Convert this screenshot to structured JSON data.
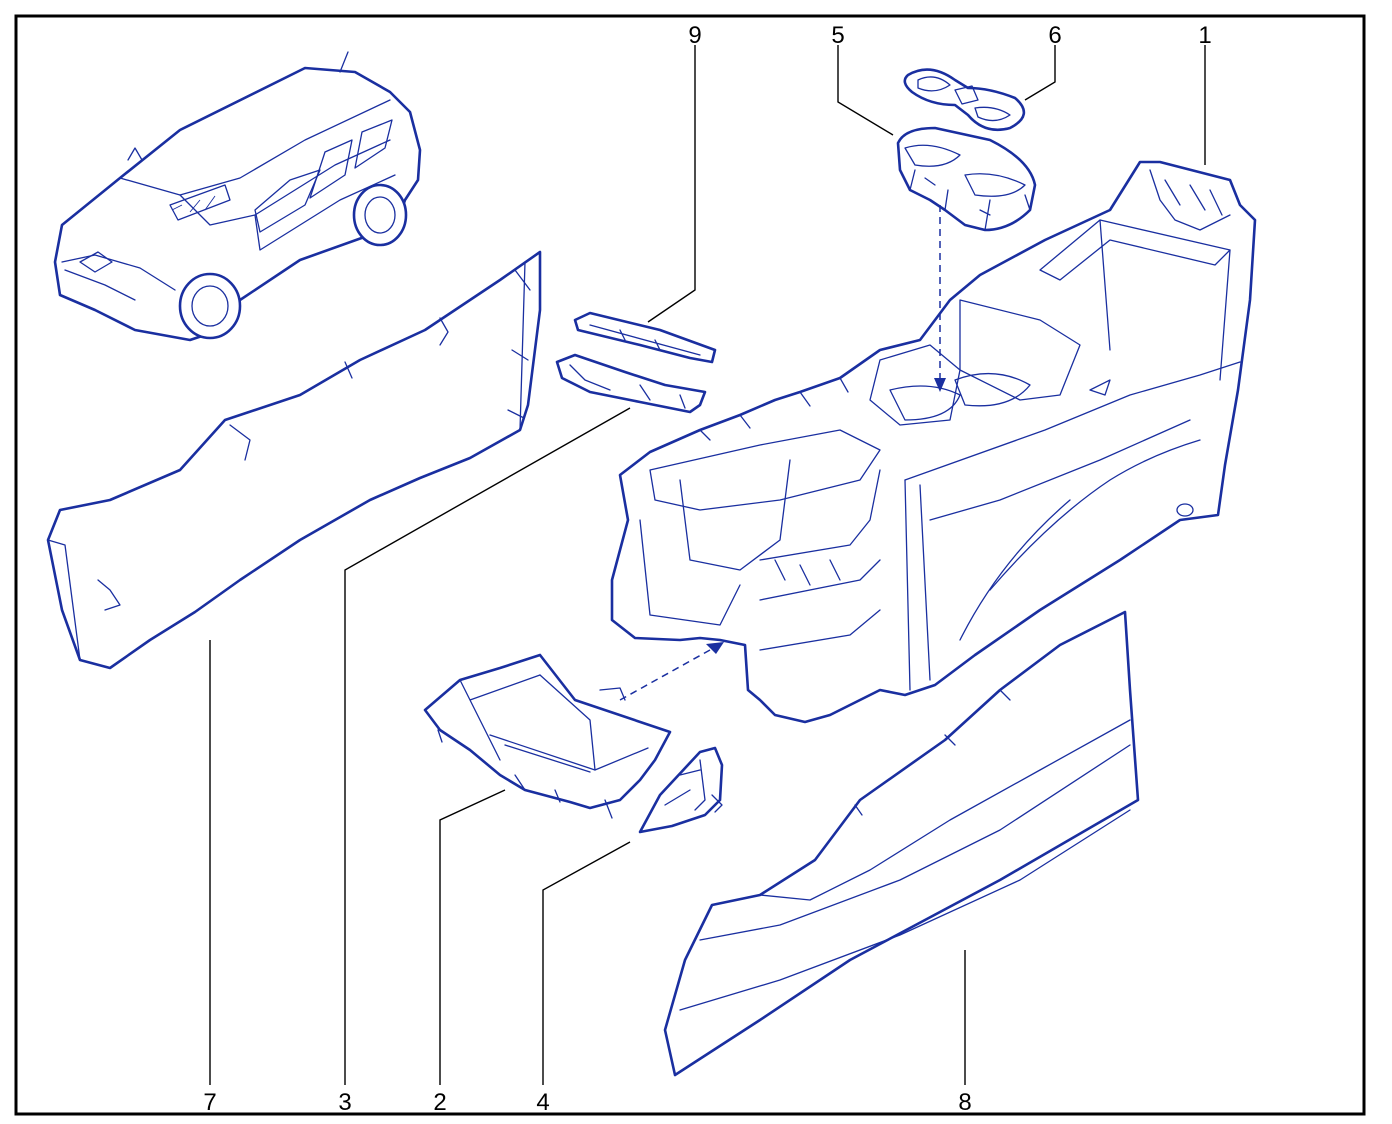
{
  "diagram": {
    "line_color": "#1a2fa0",
    "frame_color": "#000000",
    "callouts": [
      {
        "id": "callout-1",
        "label": "1"
      },
      {
        "id": "callout-2",
        "label": "2"
      },
      {
        "id": "callout-3",
        "label": "3"
      },
      {
        "id": "callout-4",
        "label": "4"
      },
      {
        "id": "callout-5",
        "label": "5"
      },
      {
        "id": "callout-6",
        "label": "6"
      },
      {
        "id": "callout-7",
        "label": "7"
      },
      {
        "id": "callout-8",
        "label": "8"
      },
      {
        "id": "callout-9",
        "label": "9"
      }
    ]
  }
}
